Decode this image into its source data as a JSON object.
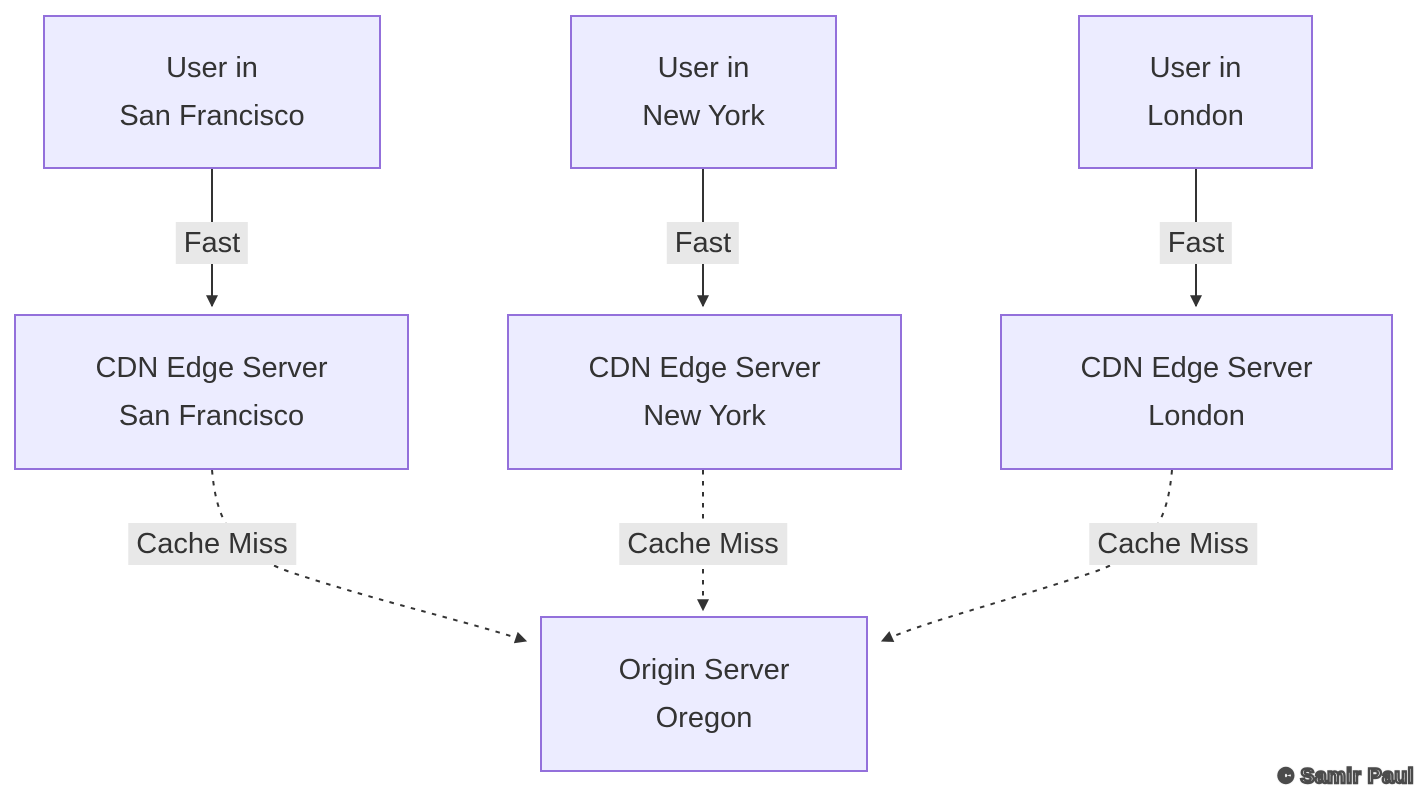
{
  "nodes": {
    "user_sf": {
      "line1": "User in",
      "line2": "San Francisco"
    },
    "user_ny": {
      "line1": "User in",
      "line2": "New York"
    },
    "user_london": {
      "line1": "User in",
      "line2": "London"
    },
    "cdn_sf": {
      "line1": "CDN Edge Server",
      "line2": "San Francisco"
    },
    "cdn_ny": {
      "line1": "CDN Edge Server",
      "line2": "New York"
    },
    "cdn_london": {
      "line1": "CDN Edge Server",
      "line2": "London"
    },
    "origin": {
      "line1": "Origin Server",
      "line2": "Oregon"
    }
  },
  "edges": [
    {
      "from": "User in San Francisco",
      "to": "CDN Edge Server San Francisco",
      "label": "Fast",
      "style": "solid"
    },
    {
      "from": "User in New York",
      "to": "CDN Edge Server New York",
      "label": "Fast",
      "style": "solid"
    },
    {
      "from": "User in London",
      "to": "CDN Edge Server London",
      "label": "Fast",
      "style": "solid"
    },
    {
      "from": "CDN Edge Server San Francisco",
      "to": "Origin Server Oregon",
      "label": "Cache Miss",
      "style": "dashed"
    },
    {
      "from": "CDN Edge Server New York",
      "to": "Origin Server Oregon",
      "label": "Cache Miss",
      "style": "dashed"
    },
    {
      "from": "CDN Edge Server London",
      "to": "Origin Server Oregon",
      "label": "Cache Miss",
      "style": "dashed"
    }
  ],
  "edge_labels": {
    "fast_sf": "Fast",
    "fast_ny": "Fast",
    "fast_london": "Fast",
    "cache_sf": "Cache Miss",
    "cache_ny": "Cache Miss",
    "cache_london": "Cache Miss"
  },
  "watermark": "© Samir Paul",
  "colors": {
    "background": "#ffffff",
    "node_fill": "#ECECFF",
    "node_border": "#9370DB",
    "edge_stroke": "#333333",
    "edge_label_bg": "#e8e8e8",
    "text": "#333333",
    "watermark_text": "#ffffff",
    "watermark_outline": "#4b4b4b"
  }
}
